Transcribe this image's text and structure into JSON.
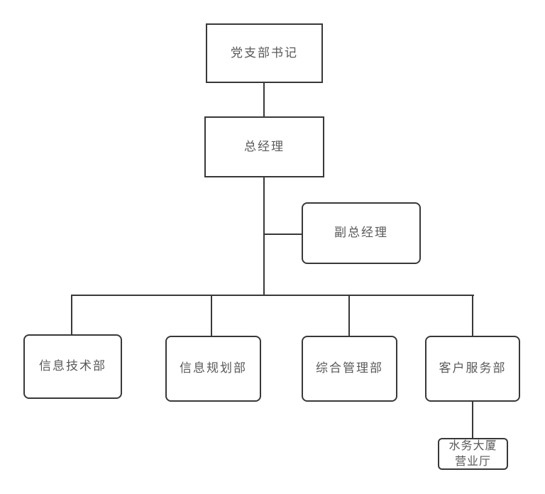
{
  "diagram": {
    "type": "org-chart",
    "colors": {
      "background": "#ffffff",
      "node_fill": "#ffffff",
      "node_border": "#383838",
      "connector": "#383838",
      "text": "#595959"
    },
    "nodes": [
      {
        "id": "party-branch-secretary",
        "label": "党支部书记",
        "shape": "rectangle"
      },
      {
        "id": "general-manager",
        "label": "总经理",
        "shape": "rectangle"
      },
      {
        "id": "deputy-general-manager",
        "label": "副总经理",
        "shape": "rounded-rectangle"
      },
      {
        "id": "information-technology-dept",
        "label": "信息技术部",
        "shape": "rounded-rectangle"
      },
      {
        "id": "information-planning-dept",
        "label": "信息规划部",
        "shape": "rounded-rectangle"
      },
      {
        "id": "general-management-dept",
        "label": "综合管理部",
        "shape": "rounded-rectangle"
      },
      {
        "id": "customer-service-dept",
        "label": "客户服务部",
        "shape": "rounded-rectangle"
      },
      {
        "id": "water-building-business-hall",
        "label": "水务大厦\n营业厅",
        "shape": "rounded-rectangle"
      }
    ],
    "edges": [
      {
        "from": "party-branch-secretary",
        "to": "general-manager"
      },
      {
        "from": "general-manager",
        "to": "deputy-general-manager"
      },
      {
        "from": "general-manager",
        "to": "information-technology-dept"
      },
      {
        "from": "general-manager",
        "to": "information-planning-dept"
      },
      {
        "from": "general-manager",
        "to": "general-management-dept"
      },
      {
        "from": "general-manager",
        "to": "customer-service-dept"
      },
      {
        "from": "customer-service-dept",
        "to": "water-building-business-hall"
      }
    ]
  }
}
